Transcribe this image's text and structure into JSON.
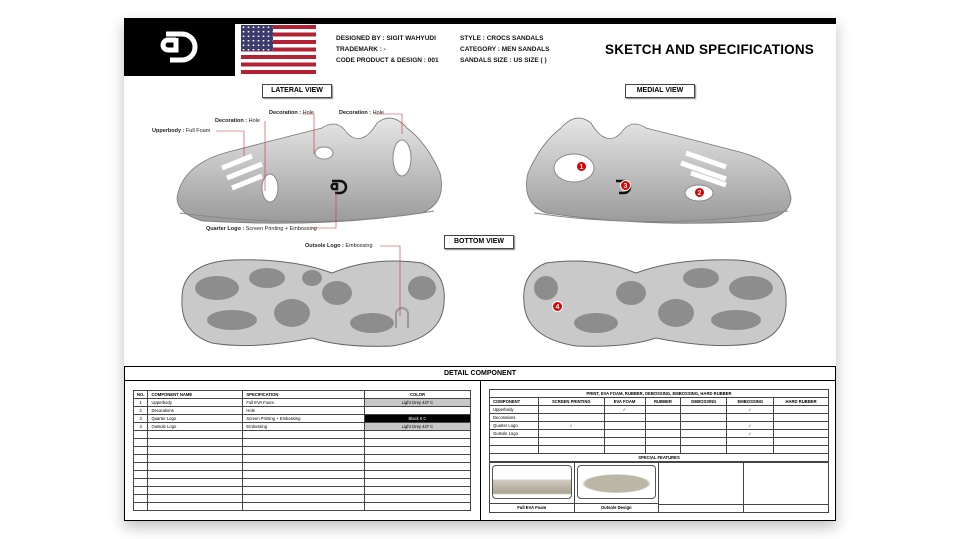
{
  "header": {
    "designed_by": "DESIGNED BY : SIGIT WAHYUDI",
    "trademark": "TRADEMARK : -",
    "code": "CODE PRODUCT & DESIGN : 001",
    "style": "STYLE : CROCS SANDALS",
    "category": "CATEGORY : MEN SANDALS",
    "size": "SANDALS SIZE : US SIZE (  )",
    "title": "SKETCH AND SPECIFICATIONS"
  },
  "views": {
    "lateral": "LATERAL VIEW",
    "medial": "MEDIAL VIEW",
    "bottom": "BOTTOM VIEW"
  },
  "annotations": {
    "upperbody": {
      "k": "Upperbody :",
      "v": " Full Foam"
    },
    "deco1": {
      "k": "Decoration :",
      "v": " Hole"
    },
    "deco2": {
      "k": "Decoration :",
      "v": " Hole"
    },
    "deco3": {
      "k": "Decoration :",
      "v": " Hole"
    },
    "quarter": {
      "k": "Quarter Logo :",
      "v": " Screen Printing + Embossing"
    },
    "outsole": {
      "k": "Outsole Logo :",
      "v": " Embossing"
    }
  },
  "badges": [
    "1",
    "2",
    "3",
    "4"
  ],
  "detail": {
    "title": "DETAIL COMPONENT",
    "left_headers": [
      "NO.",
      "COMPONENT NAME",
      "SPECIFICATION",
      "COLOR"
    ],
    "left_rows": [
      [
        "1",
        "Upperbody",
        "Full EVA Foam",
        "Light Grey 427 C"
      ],
      [
        "2",
        "Decorations",
        "Hole",
        ""
      ],
      [
        "3",
        "Quarter Logo",
        "Screen Printing + Embossing",
        "Black 6 C"
      ],
      [
        "4",
        "Outsole Logo",
        "Embossing",
        "Light Grey 427 C"
      ]
    ],
    "right_title": "PRINT, EVA FOAM, RUBBER, DEBOSSING, EMBOSSING, HARD RUBBER",
    "right_headers": [
      "COMPONENT",
      "SCREEN PRINTING",
      "EVA FOAM",
      "RUBBER",
      "DEBOSSING",
      "EMBOSSING",
      "HARD RUBBER"
    ],
    "right_rows": [
      [
        "Upperbody",
        "",
        "✓",
        "",
        "",
        "✓",
        ""
      ],
      [
        "Decorations",
        "",
        "",
        "",
        "",
        "",
        ""
      ],
      [
        "Quarter Logo",
        "✓",
        "",
        "",
        "",
        "✓",
        ""
      ],
      [
        "Outsole Logo",
        "",
        "",
        "",
        "",
        "✓",
        ""
      ]
    ],
    "special_title": "SPECIAL FEATURES",
    "special_captions": [
      "Full EVA Foam",
      "Outsole Design",
      "",
      ""
    ]
  },
  "colors": {
    "light_grey": "#c8c8c8",
    "black": "#000000",
    "badge": "#dd0000"
  }
}
